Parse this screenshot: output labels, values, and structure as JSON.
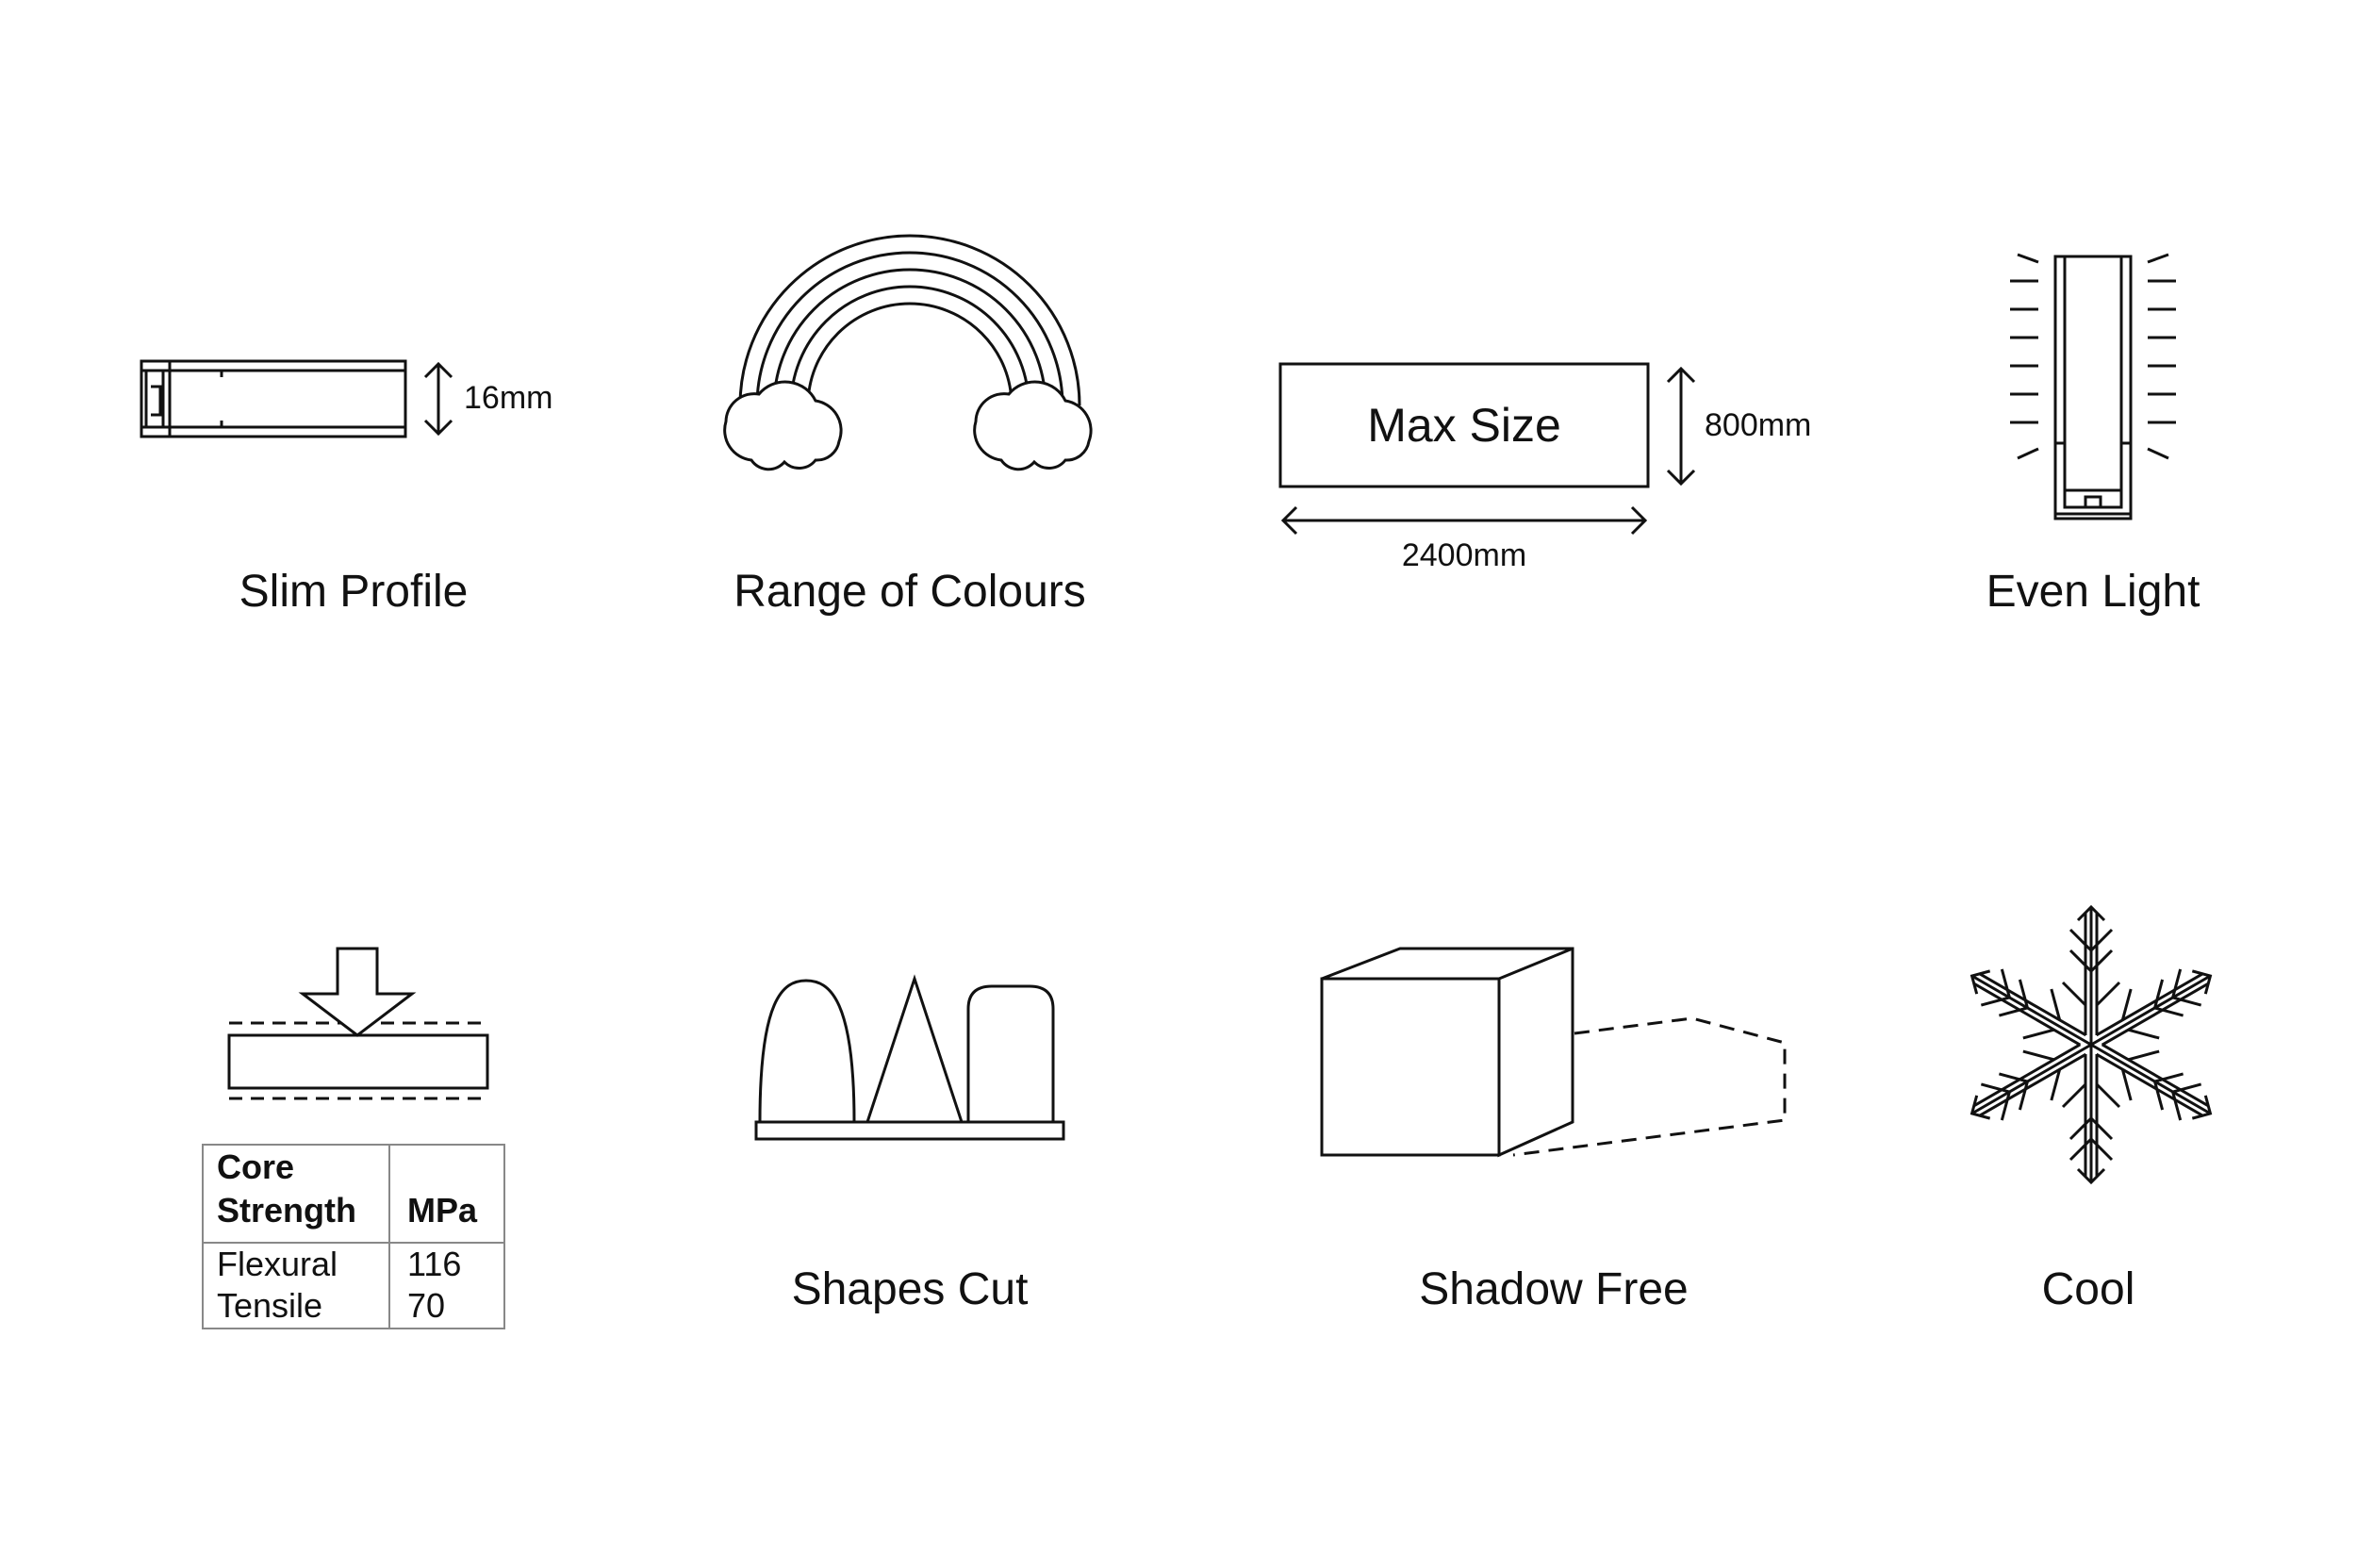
{
  "features": {
    "slim_profile": {
      "caption": "Slim Profile",
      "dimension": "16mm"
    },
    "range_of_colours": {
      "caption": "Range of Colours"
    },
    "max_size": {
      "label": "Max Size",
      "height": "800mm",
      "width": "2400mm"
    },
    "even_light": {
      "caption": "Even Light"
    },
    "core_strength": {
      "header_left_line1": "Core",
      "header_left_line2": "Strength",
      "header_right": "MPa",
      "rows": [
        {
          "name": "Flexural",
          "value": "116"
        },
        {
          "name": "Tensile",
          "value": "70"
        }
      ]
    },
    "shapes_cut": {
      "caption": "Shapes Cut"
    },
    "shadow_free": {
      "caption": "Shadow Free"
    },
    "cool": {
      "caption": "Cool"
    }
  },
  "icons": [
    "profile-section-icon",
    "rainbow-icon",
    "size-rectangle-icon",
    "light-panel-icon",
    "pressure-arrow-icon",
    "cut-shapes-icon",
    "cube-icon",
    "snowflake-icon"
  ],
  "colors": {
    "stroke": "#111111",
    "background": "#ffffff",
    "table_border": "#888888"
  }
}
